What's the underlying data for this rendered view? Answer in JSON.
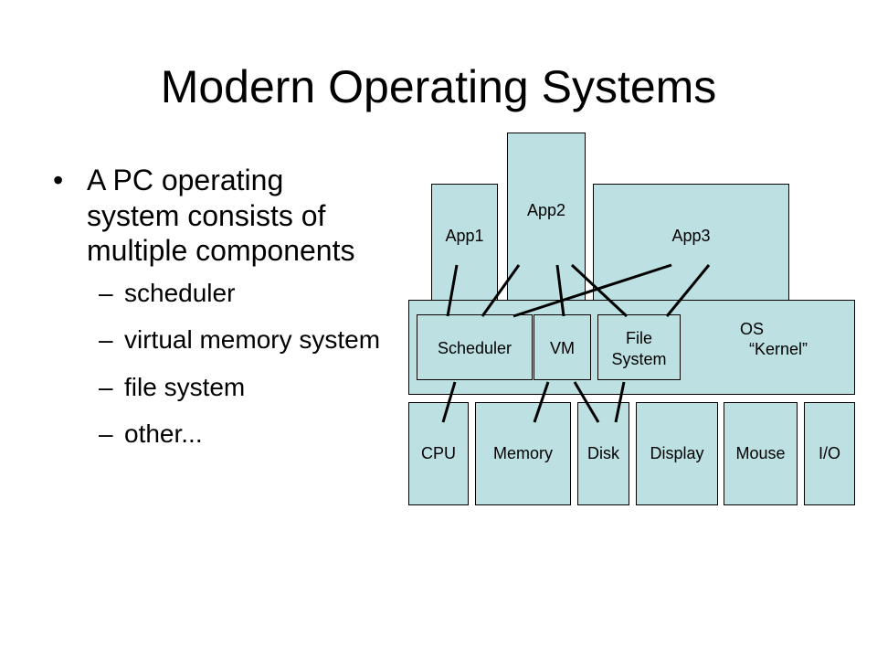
{
  "title": "Modern Operating Systems",
  "bullet": "A PC operating system consists of multiple components",
  "bullet_marker": "•",
  "dash": "–",
  "sub_bullets": [
    "scheduler",
    "virtual memory system",
    "file system",
    "other..."
  ],
  "diagram": {
    "apps": {
      "app1": "App1",
      "app2": "App2",
      "app3": "App3"
    },
    "kernel": {
      "line1": "OS",
      "line2": "“Kernel”"
    },
    "components": {
      "scheduler": "Scheduler",
      "vm": "VM",
      "fs_line1": "File",
      "fs_line2": "System"
    },
    "hardware": [
      "CPU",
      "Memory",
      "Disk",
      "Display",
      "Mouse",
      "I/O"
    ],
    "box_color": "#bde0e3"
  }
}
